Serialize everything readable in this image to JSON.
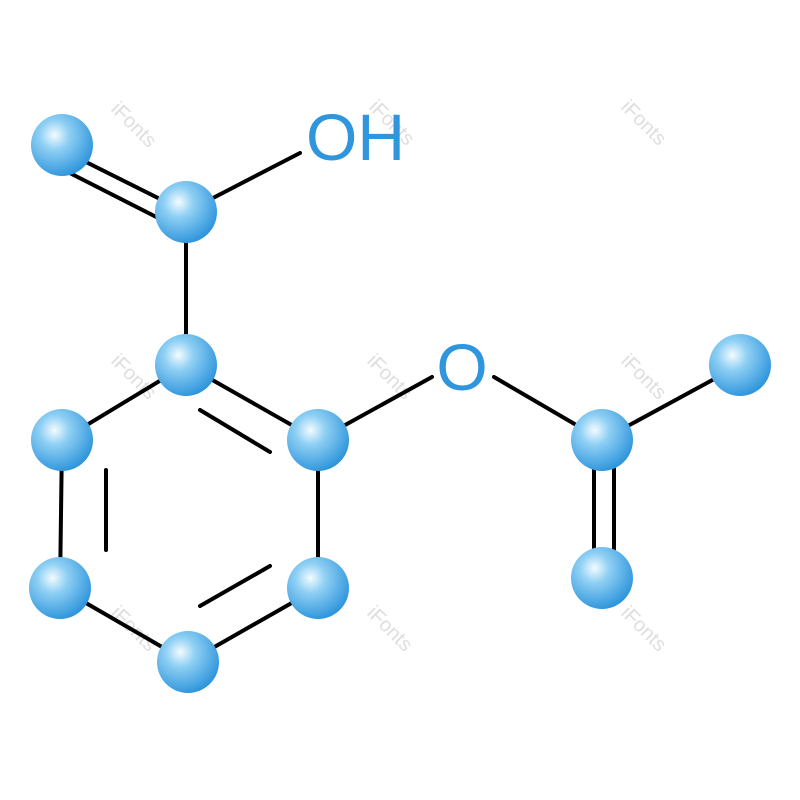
{
  "molecule": {
    "labels": {
      "hydroxyl": "OH",
      "ester_oxygen": "O"
    },
    "colors": {
      "atom": "#2f95dc",
      "atom_light": "#e8f5ff",
      "bond": "#000000",
      "label": "#2f95dc"
    }
  },
  "watermark": {
    "text": "iFonts"
  }
}
